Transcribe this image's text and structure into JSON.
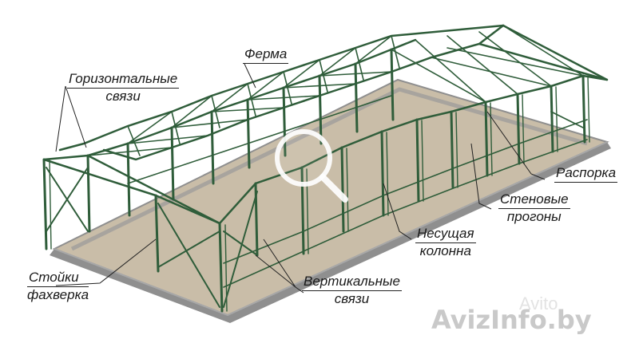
{
  "diagram": {
    "subject": "Steel hangar frame structure",
    "colors": {
      "steel": "#2f5d3a",
      "floor": "#c9bda8",
      "foundation": "#8f8f8f",
      "background": "#ffffff",
      "label_text": "#1a1a1a",
      "watermark": "#c9c9c9"
    },
    "labels": {
      "horizontal_bracing": {
        "line1": "Горизонтальные",
        "line2": "связи"
      },
      "truss": {
        "line1": "Ферма"
      },
      "strut": {
        "line1": "Распорка"
      },
      "wall_purlins": {
        "line1": "Стеновые",
        "line2": "прогоны"
      },
      "load_bearing_column": {
        "line1": "Несущая",
        "line2": "колонна"
      },
      "half_timber_posts": {
        "line1": "Стойки",
        "line2": "фахверка"
      },
      "vertical_bracing": {
        "line1": "Вертикальные",
        "line2": "связи"
      }
    }
  },
  "overlay": {
    "zoom_icon": "magnifier-icon"
  },
  "watermark": {
    "text": "AvizInfo.by",
    "secondary": "Avito"
  }
}
